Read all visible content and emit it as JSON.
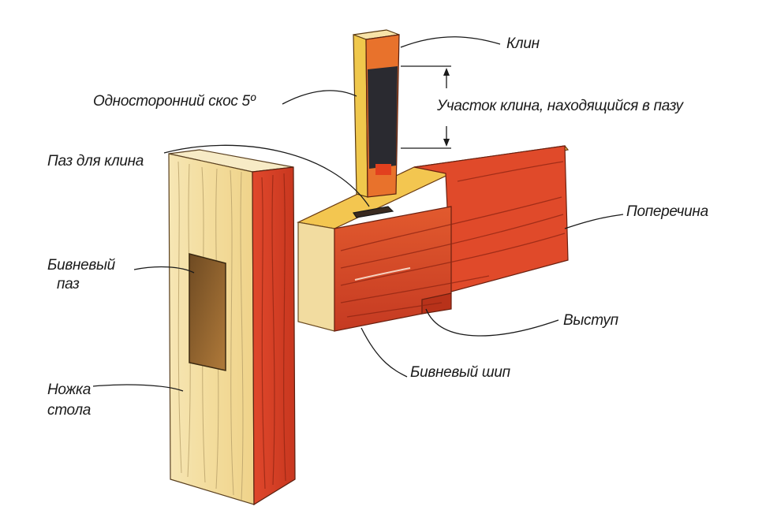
{
  "labels": {
    "wedge": "Клин",
    "bevel": "Односторонний скос 5º",
    "wedge_in_slot": "Участок клина, находящийся в пазу",
    "wedge_slot": "Паз для клина",
    "crossbar": "Поперечина",
    "tusk_mortise_1": "Бивневый",
    "tusk_mortise_2": "паз",
    "shoulder": "Выступ",
    "tusk_tenon": "Бивневый шип",
    "table_leg_1": "Ножка",
    "table_leg_2": "стола"
  },
  "colors": {
    "wood_red": "#d2402a",
    "wood_orange": "#e86a2c",
    "wood_pale": "#f2dca0",
    "wood_yellow": "#f1c94a",
    "wedge_dark": "#2a2a30",
    "mortise_brown": "#8a5a2a",
    "line": "#1a1a1a"
  }
}
